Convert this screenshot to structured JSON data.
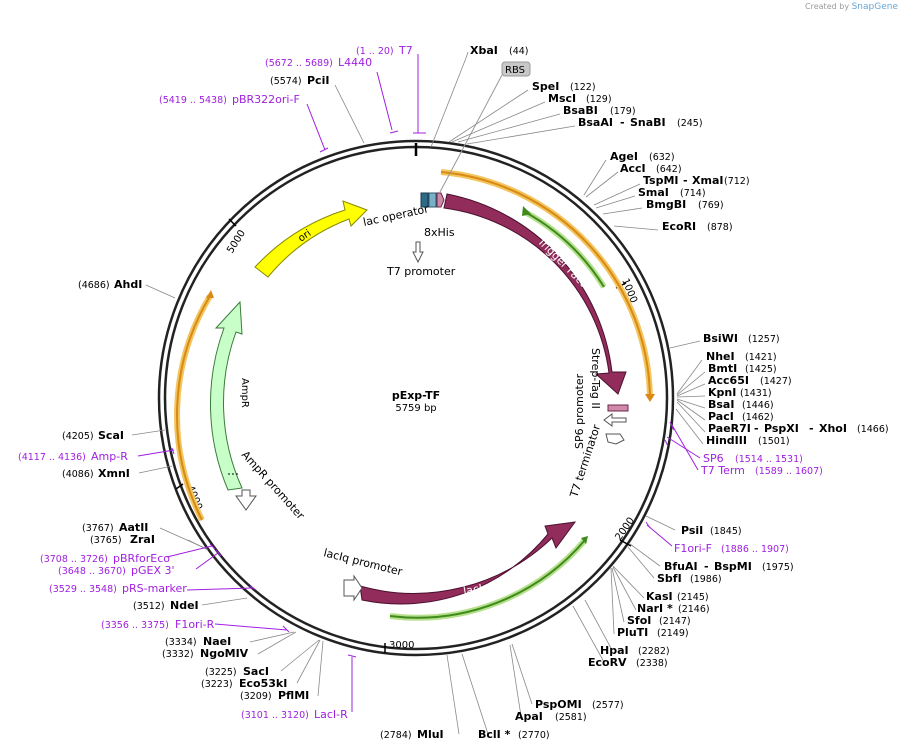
{
  "credit": {
    "prefix": "Created by",
    "brand": "SnapGene"
  },
  "plasmid": {
    "name": "pExp-TF",
    "size": "5759 bp",
    "length": 5759
  },
  "ticks": [
    "1000",
    "2000",
    "3000",
    "4000",
    "5000"
  ],
  "colors": {
    "feature_cds": "#922C5A",
    "ori": "#FFFF00",
    "ampr": "#C8FFC8",
    "primer": "#A020E0",
    "orf_orange": "#F0A030",
    "orf_green": "#54A030"
  },
  "features": [
    {
      "name": "Trigger Factor",
      "type": "cds"
    },
    {
      "name": "lacI",
      "type": "cds"
    },
    {
      "name": "ori",
      "type": "ori"
    },
    {
      "name": "AmpR",
      "type": "marker"
    },
    {
      "name": "AmpR promoter",
      "type": "promoter"
    },
    {
      "name": "lacIq promoter",
      "type": "promoter"
    },
    {
      "name": "T7 promoter",
      "type": "promoter"
    },
    {
      "name": "lac operator",
      "type": "misc"
    },
    {
      "name": "8xHis",
      "type": "tag"
    },
    {
      "name": "RBS",
      "type": "rbs"
    },
    {
      "name": "Strep-Tag II",
      "type": "tag"
    },
    {
      "name": "SP6 promoter",
      "type": "promoter"
    },
    {
      "name": "T7 terminator",
      "type": "terminator"
    }
  ],
  "enzymes": [
    {
      "name": "XbaI",
      "pos": "(44)"
    },
    {
      "name": "SpeI",
      "pos": "(122)"
    },
    {
      "name": "MscI",
      "pos": "(129)"
    },
    {
      "name": "BsaBI",
      "pos": "(179)"
    },
    {
      "name": "BsaAI",
      "name2": "SnaBI",
      "pos": "(245)"
    },
    {
      "name": "AgeI",
      "pos": "(632)"
    },
    {
      "name": "AccI",
      "pos": "(642)"
    },
    {
      "name": "TspMI",
      "name2": "XmaI",
      "pos": "(712)"
    },
    {
      "name": "SmaI",
      "pos": "(714)"
    },
    {
      "name": "BmgBI",
      "pos": "(769)"
    },
    {
      "name": "EcoRI",
      "pos": "(878)"
    },
    {
      "name": "BsiWI",
      "pos": "(1257)"
    },
    {
      "name": "NheI",
      "pos": "(1421)"
    },
    {
      "name": "BmtI",
      "pos": "(1425)"
    },
    {
      "name": "Acc65I",
      "pos": "(1427)"
    },
    {
      "name": "KpnI",
      "pos": "(1431)"
    },
    {
      "name": "BsaI",
      "pos": "(1446)"
    },
    {
      "name": "PacI",
      "pos": "(1462)"
    },
    {
      "name": "PaeR7I",
      "name2": "PspXI",
      "name3": "XhoI",
      "pos": "(1466)"
    },
    {
      "name": "HindIII",
      "pos": "(1501)"
    },
    {
      "name": "PsiI",
      "pos": "(1845)"
    },
    {
      "name": "BfuAI",
      "name2": "BspMI",
      "pos": "(1975)"
    },
    {
      "name": "SbfI",
      "pos": "(1986)"
    },
    {
      "name": "KasI",
      "pos": "(2145)"
    },
    {
      "name": "NarI *",
      "pos": "(2146)"
    },
    {
      "name": "SfoI",
      "pos": "(2147)"
    },
    {
      "name": "PluTI",
      "pos": "(2149)"
    },
    {
      "name": "HpaI",
      "pos": "(2282)"
    },
    {
      "name": "EcoRV",
      "pos": "(2338)"
    },
    {
      "name": "PspOMI",
      "pos": "(2577)"
    },
    {
      "name": "ApaI",
      "pos": "(2581)"
    },
    {
      "name": "BclI *",
      "pos": "(2770)"
    },
    {
      "name": "MluI",
      "pos": "(2784)"
    },
    {
      "name": "PflMI",
      "pos": "(3209)"
    },
    {
      "name": "Eco53kI",
      "pos": "(3223)"
    },
    {
      "name": "SacI",
      "pos": "(3225)"
    },
    {
      "name": "NgoMIV",
      "pos": "(3332)"
    },
    {
      "name": "NaeI",
      "pos": "(3334)"
    },
    {
      "name": "NdeI",
      "pos": "(3512)"
    },
    {
      "name": "ZraI",
      "pos": "(3765)"
    },
    {
      "name": "AatII",
      "pos": "(3767)"
    },
    {
      "name": "XmnI",
      "pos": "(4086)"
    },
    {
      "name": "ScaI",
      "pos": "(4205)"
    },
    {
      "name": "AhdI",
      "pos": "(4686)"
    },
    {
      "name": "PciI",
      "pos": "(5574)"
    }
  ],
  "primers": [
    {
      "name": "T7",
      "range": "(1 .. 20)"
    },
    {
      "name": "L4440",
      "range": "(5672 .. 5689)"
    },
    {
      "name": "pBR322ori-F",
      "range": "(5419 .. 5438)"
    },
    {
      "name": "SP6",
      "range": "(1514 .. 1531)"
    },
    {
      "name": "T7 Term",
      "range": "(1589 .. 1607)"
    },
    {
      "name": "F1ori-F",
      "range": "(1886 .. 1907)"
    },
    {
      "name": "LacI-R",
      "range": "(3101 .. 3120)"
    },
    {
      "name": "F1ori-R",
      "range": "(3356 .. 3375)"
    },
    {
      "name": "pRS-marker",
      "range": "(3529 .. 3548)"
    },
    {
      "name": "pGEX 3'",
      "range": "(3648 .. 3670)"
    },
    {
      "name": "pBRforEco",
      "range": "(3708 .. 3726)"
    },
    {
      "name": "Amp-R",
      "range": "(4117 .. 4136)"
    }
  ]
}
